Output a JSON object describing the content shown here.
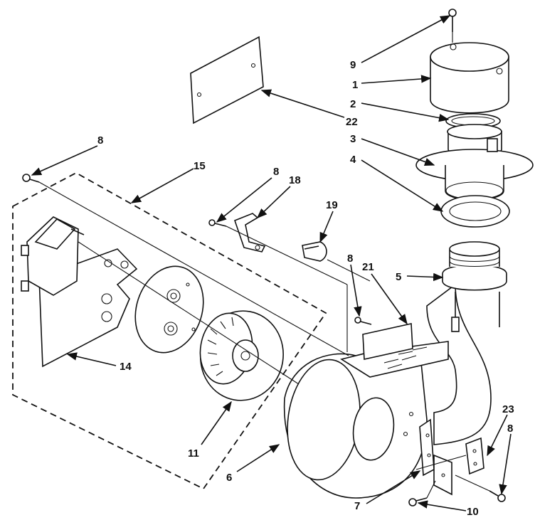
{
  "header_text": "",
  "callouts": [
    {
      "id": "c9",
      "text": "9"
    },
    {
      "id": "c1",
      "text": "1"
    },
    {
      "id": "c2",
      "text": "2"
    },
    {
      "id": "c3",
      "text": "3"
    },
    {
      "id": "c4",
      "text": "4"
    },
    {
      "id": "c22",
      "text": "22"
    },
    {
      "id": "c8a",
      "text": "8"
    },
    {
      "id": "c15",
      "text": "15"
    },
    {
      "id": "c8b",
      "text": "8"
    },
    {
      "id": "c18",
      "text": "18"
    },
    {
      "id": "c19",
      "text": "19"
    },
    {
      "id": "c8c",
      "text": "8"
    },
    {
      "id": "c21",
      "text": "21"
    },
    {
      "id": "c5",
      "text": "5"
    },
    {
      "id": "c14",
      "text": "14"
    },
    {
      "id": "c11",
      "text": "11"
    },
    {
      "id": "c6",
      "text": "6"
    },
    {
      "id": "c23",
      "text": "23"
    },
    {
      "id": "c8d",
      "text": "8"
    },
    {
      "id": "c7",
      "text": "7"
    },
    {
      "id": "c10",
      "text": "10"
    }
  ]
}
